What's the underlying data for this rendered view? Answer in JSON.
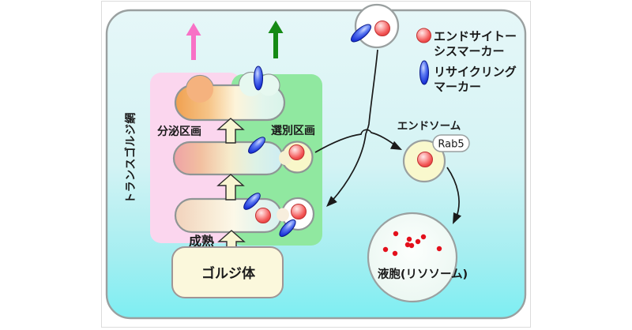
{
  "labels": {
    "tgn": "トランスゴルジ網",
    "secretory_compartment": "分泌区画",
    "sorting_compartment": "選別区画",
    "maturation": "成熟",
    "golgi_body": "ゴルジ体",
    "endosome": "エンドソーム",
    "rab5": "Rab5",
    "vacuole_lysosome": "液胞(リソソーム)"
  },
  "legend": {
    "endocytosis_marker": {
      "icon": "red-sphere",
      "line1": "エンドサイトー",
      "line2": "シスマーカー"
    },
    "recycling_marker": {
      "icon": "blue-oval",
      "line1": "リサイクリング",
      "line2": "マーカー"
    }
  },
  "colors": {
    "secretory_region_pink": "#fbd6ee",
    "sorting_region_green": "#90e8a0",
    "secretory_arrow_pink": "#f871c6",
    "sorting_arrow_green": "#158a15",
    "endocytosis_marker_red": "#e84444",
    "recycling_marker_blue": "#1c35d8",
    "cell_gradient_top": "#e6f7f8",
    "cell_gradient_bottom": "#7deef2"
  }
}
